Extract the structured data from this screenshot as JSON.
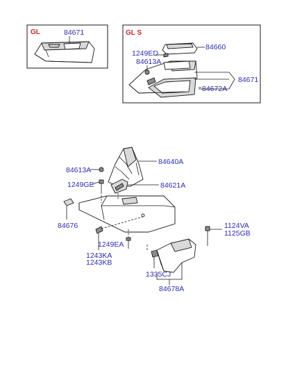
{
  "variants": {
    "gl": {
      "tag": "GL",
      "part": "84671"
    },
    "gls": {
      "tag": "GL S",
      "parts": [
        "84660",
        "1249ED",
        "84613A",
        "84672A",
        "84671"
      ]
    }
  },
  "main_parts": {
    "boot": "84640A",
    "nut_top": "84613A",
    "bolt_left": "1249GE",
    "clip": "84621A",
    "pad": "84676",
    "bolt_bottom": "1249EA",
    "bracket_bolt_a": "1124VA",
    "bracket_bolt_b": "1125GB",
    "label_ka": "1243KA",
    "label_kb": "1243KB",
    "clip_bottom": "1335CJ",
    "bracket": "84678A"
  }
}
